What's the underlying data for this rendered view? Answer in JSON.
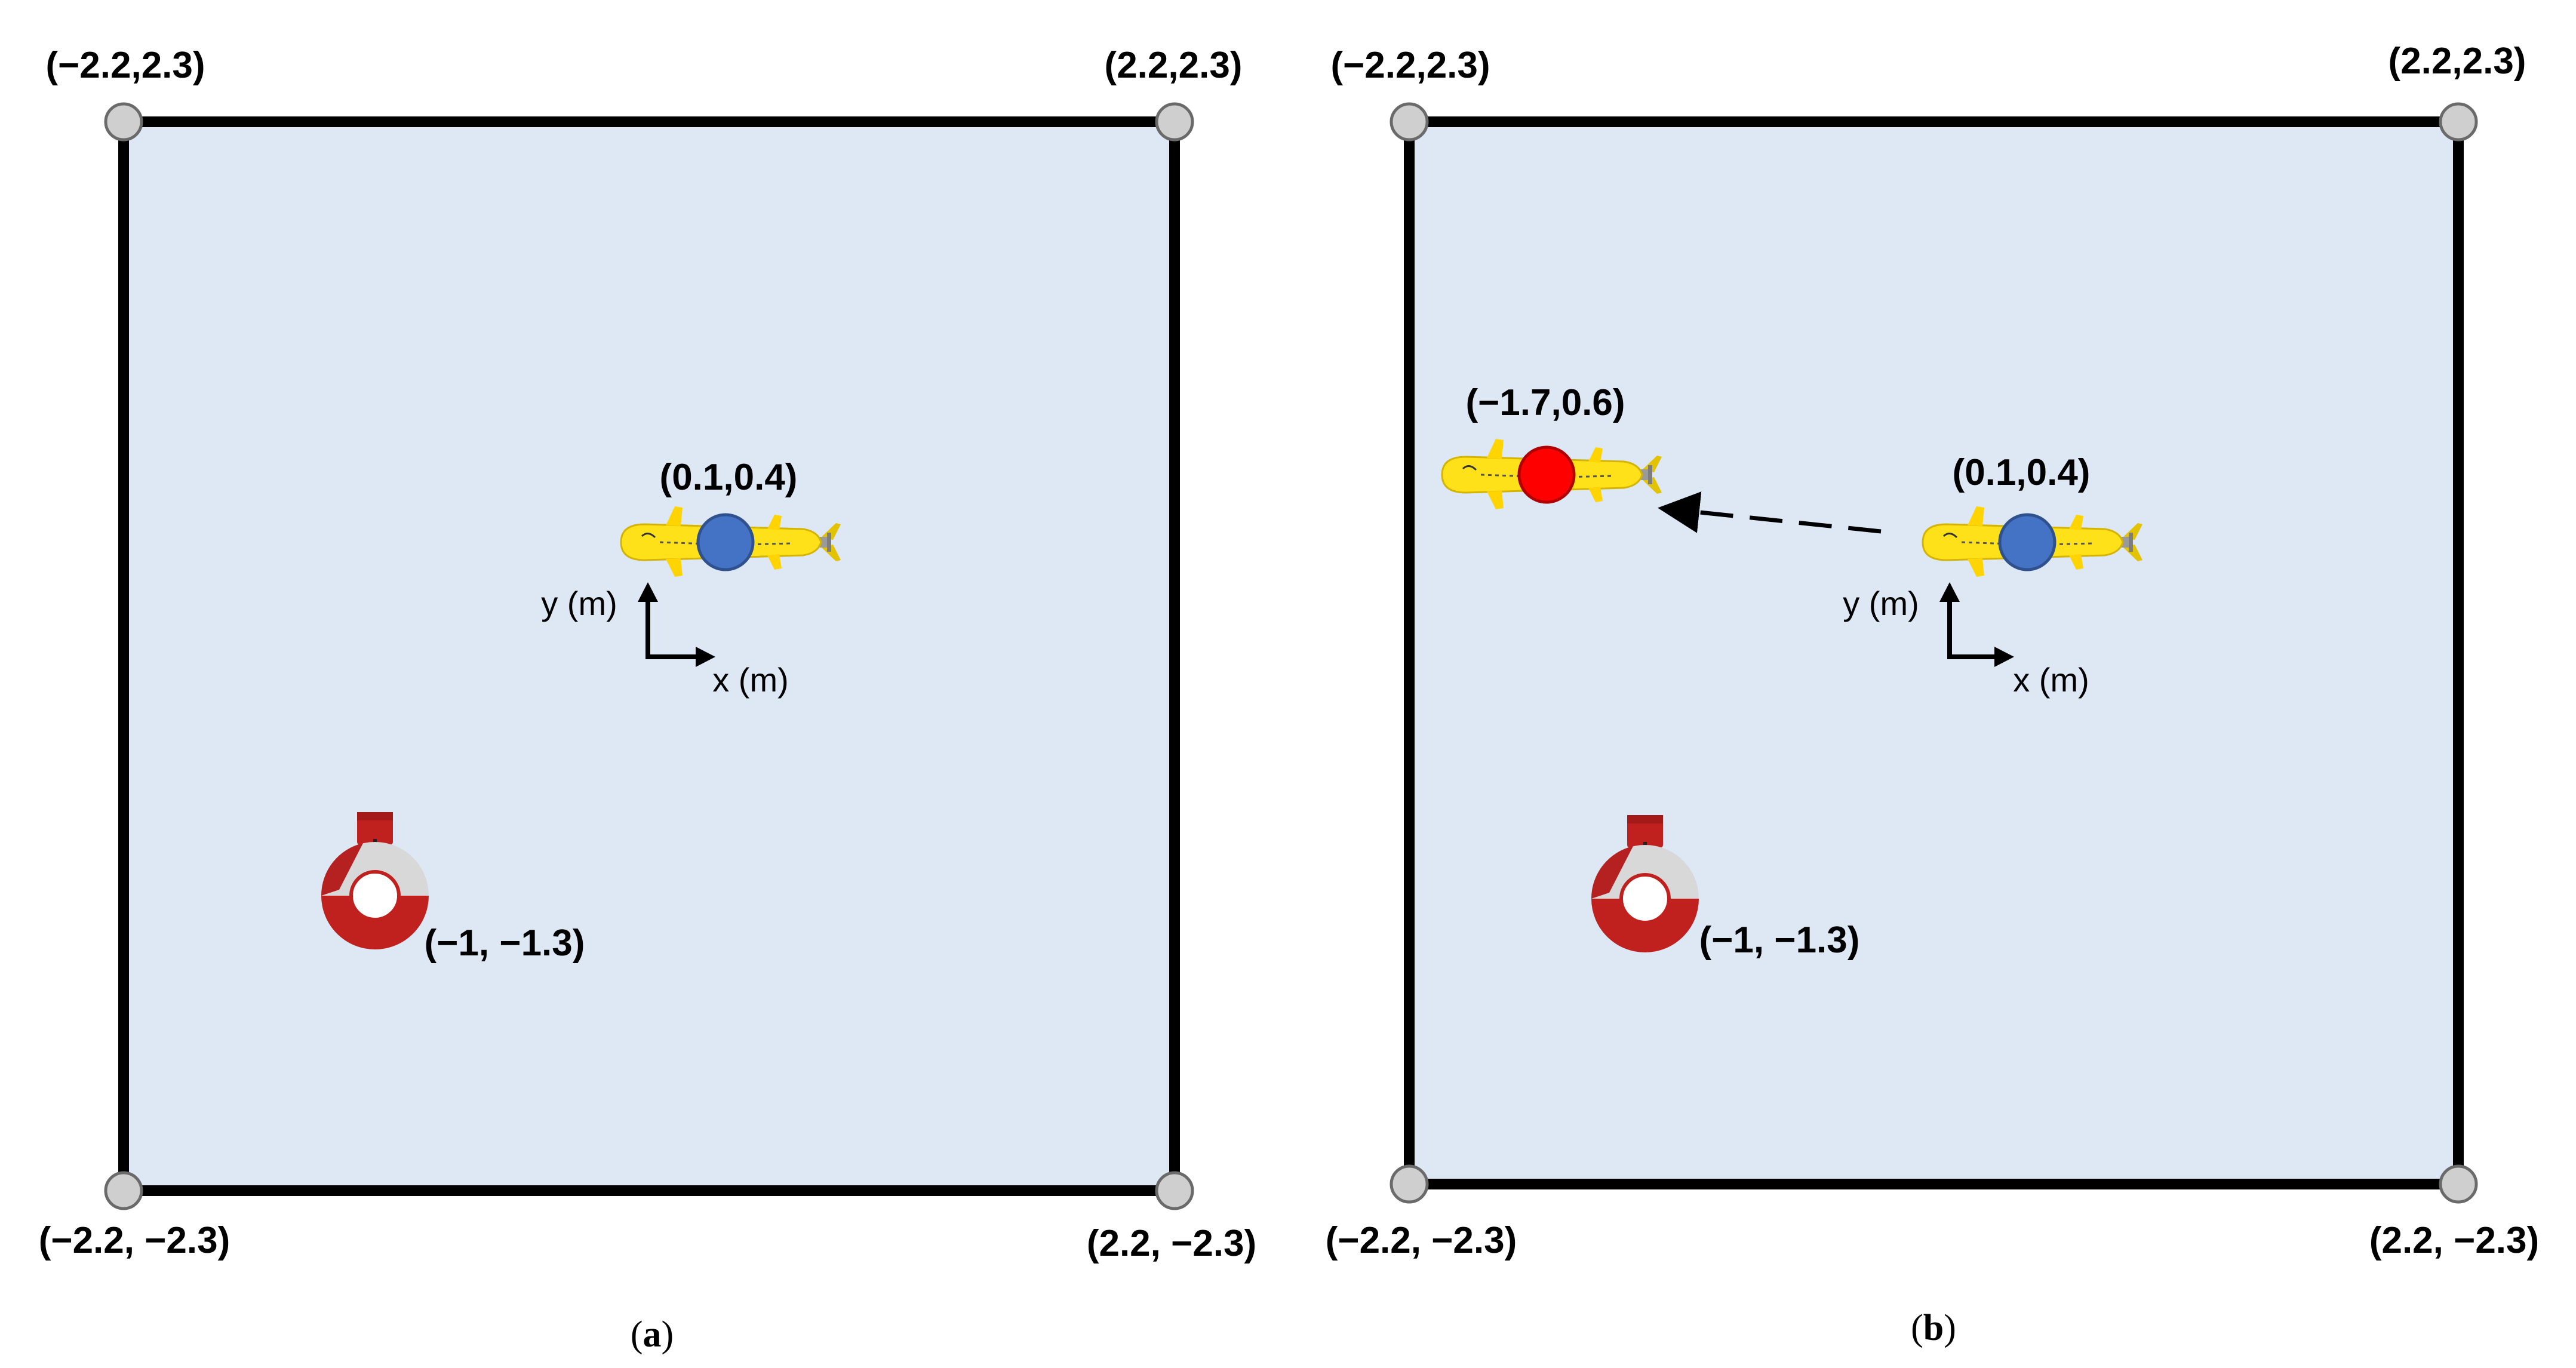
{
  "colors": {
    "water": "#dde8f4",
    "border": "#000000",
    "corner_marker": "#cfcfcf",
    "start_marker": "#4472c4",
    "target_marker": "#ff0000",
    "vehicle_body": "#ffe11a",
    "buoy_red": "#c0201e",
    "buoy_white": "#ffffff"
  },
  "panels": [
    {
      "caption_open": "(",
      "caption_letter": "a",
      "caption_close": ")",
      "corners": {
        "top_left": "(−2.2,2.3)",
        "top_right": "(2.2,2.3)",
        "bottom_left": "(−2.2, −2.3)",
        "bottom_right": "(2.2, −2.3)"
      },
      "vehicle_label": "(0.1,0.4)",
      "buoy_label": "(−1, −1.3)",
      "axes": {
        "y": "y (m)",
        "x": "x (m)"
      }
    },
    {
      "caption_open": "(",
      "caption_letter": "b",
      "caption_close": ")",
      "corners": {
        "top_left": "(−2.2,2.3)",
        "top_right": "(2.2,2.3)",
        "bottom_left": "(−2.2, −2.3)",
        "bottom_right": "(2.2, −2.3)"
      },
      "vehicle_label": "(0.1,0.4)",
      "target_label": "(−1.7,0.6)",
      "buoy_label": "(−1, −1.3)",
      "axes": {
        "y": "y (m)",
        "x": "x (m)"
      }
    }
  ]
}
